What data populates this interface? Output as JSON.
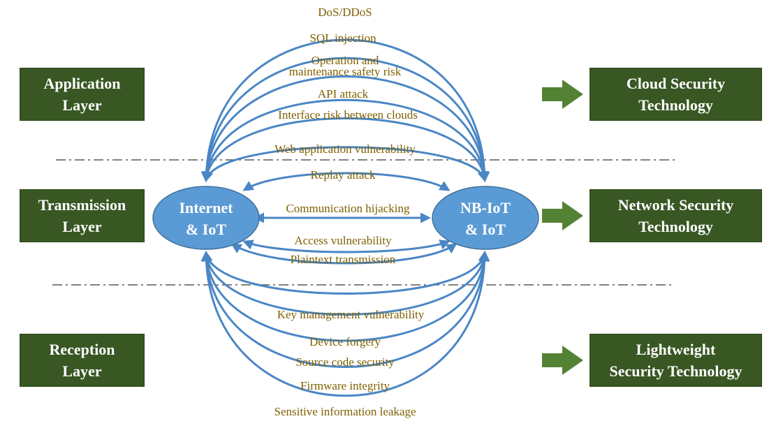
{
  "layers": {
    "application": [
      "Application",
      "Layer"
    ],
    "transmission": [
      "Transmission",
      "Layer"
    ],
    "reception": [
      "Reception",
      "Layer"
    ]
  },
  "technologies": {
    "cloud": [
      "Cloud Security",
      "Technology"
    ],
    "network": [
      "Network Security",
      "Technology"
    ],
    "lightweight": [
      "Lightweight",
      "Security Technology"
    ]
  },
  "nodes": {
    "left": [
      "Internet",
      "& IoT"
    ],
    "right": [
      "NB-IoT",
      "& IoT"
    ]
  },
  "threats": {
    "application": [
      "DoS/DDoS",
      "SQL injection",
      "Operation and",
      "maintenance safety risk",
      "API attack",
      "Interface risk between clouds",
      "Web application vulnerability"
    ],
    "transmission": [
      "Replay attack",
      "Communication hijacking",
      "Access vulnerability",
      "Plaintext transmission"
    ],
    "reception": [
      "Key management vulnerability",
      "Device forgery",
      "Source code security",
      "Firmware integrity",
      "Sensitive information leakage"
    ]
  },
  "colors": {
    "box_fill": "#385723",
    "arrow_green": "#548235",
    "node_fill": "#5b9bd5",
    "curve_blue": "#4a86c5",
    "threat_text": "#7f6000",
    "divider": "#595959"
  }
}
